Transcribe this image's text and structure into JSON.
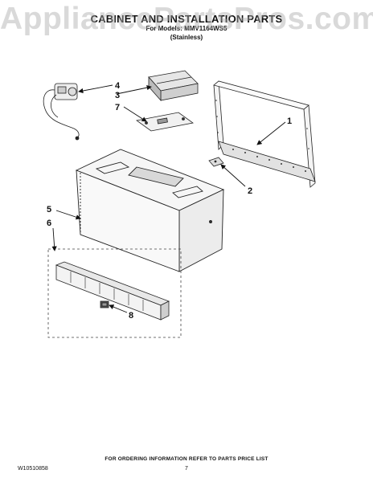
{
  "watermark": "AppliancePartsPros.com",
  "title": "CABINET AND INSTALLATION PARTS",
  "subtitle": "For Models: MMV1164WS5",
  "subtitle2": "(Stainless)",
  "callouts": {
    "c1": "1",
    "c2": "2",
    "c3": "3",
    "c4": "4",
    "c5": "5",
    "c6": "6",
    "c7": "7",
    "c8": "8"
  },
  "footer": {
    "note": "FOR ORDERING INFORMATION REFER TO PARTS PRICE LIST",
    "doc_number": "W10510858",
    "page_number": "7"
  }
}
